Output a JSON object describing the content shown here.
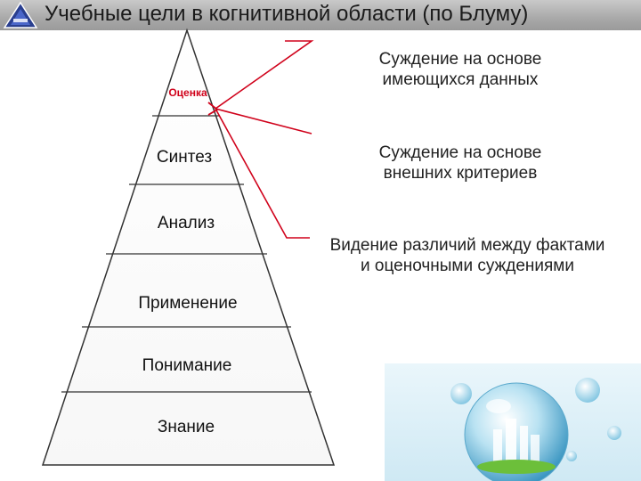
{
  "header": {
    "title": "Учебные цели в когнитивной области  (по Блуму)",
    "logo_icon": "pyramid-logo-icon"
  },
  "pyramid": {
    "levels": [
      {
        "label": "Оценка",
        "highlighted": true,
        "highlight_color": "#d0021b"
      },
      {
        "label": "Синтез"
      },
      {
        "label": "Анализ"
      },
      {
        "label": "Применение"
      },
      {
        "label": "Понимание"
      },
      {
        "label": "Знание"
      }
    ]
  },
  "descriptions": [
    {
      "text": "Суждение на основе имеющихся данных"
    },
    {
      "text": "Суждение на основе внешних критериев"
    },
    {
      "text": "Видение различий между фактами и оценочными суждениями"
    }
  ],
  "decoration": {
    "image_icon": "glass-globe-city-icon"
  },
  "colors": {
    "connector": "#d0021b",
    "header_bg": "#a9a9a9"
  }
}
